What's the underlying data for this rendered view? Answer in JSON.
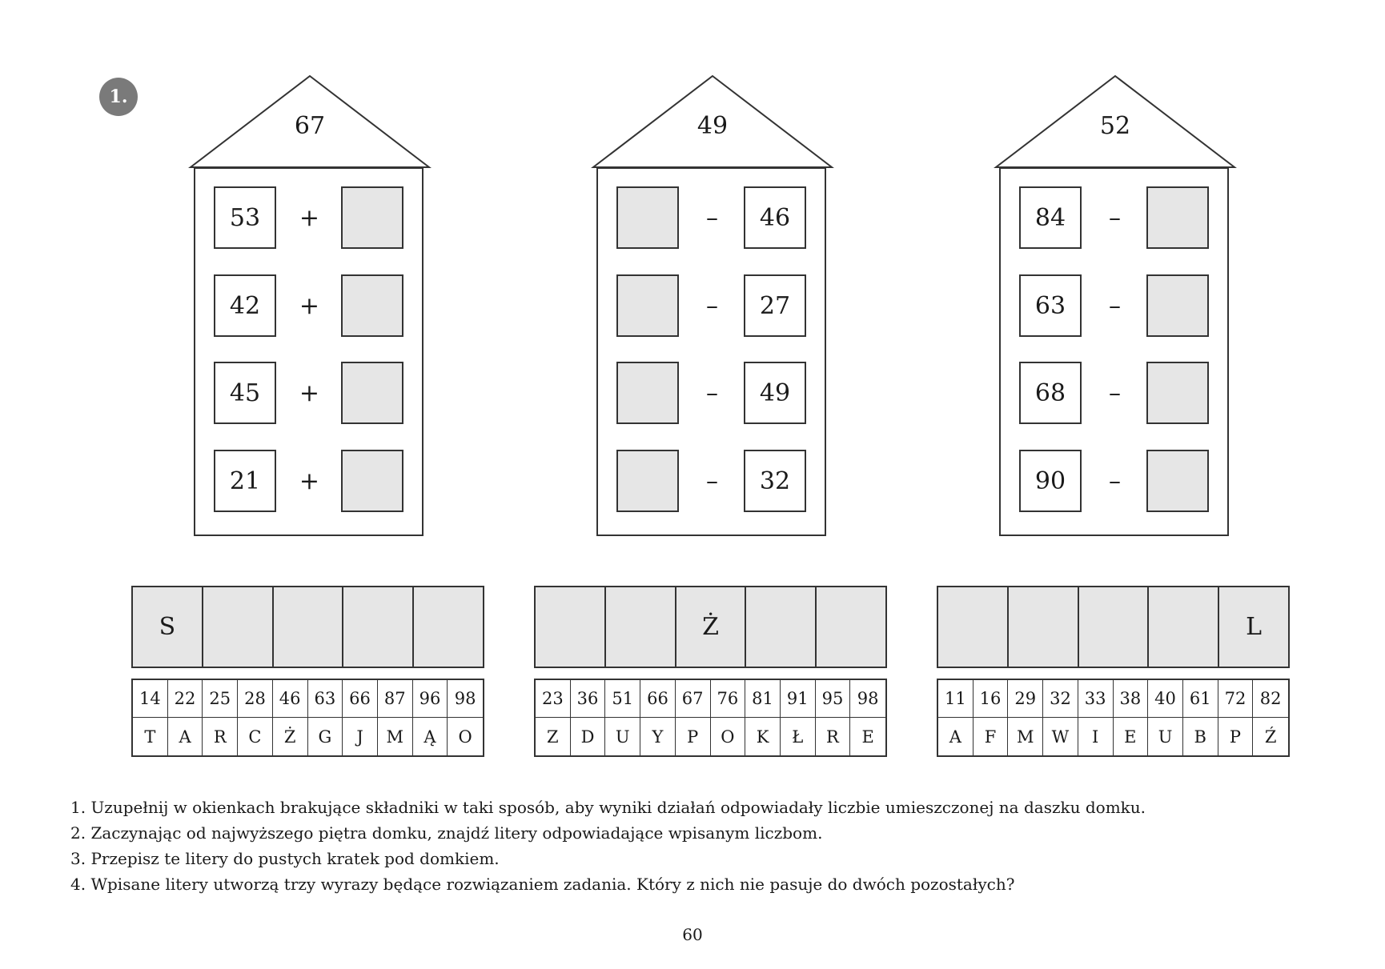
{
  "exercise_badge": "1.",
  "houses": [
    {
      "roof": "67",
      "rows": [
        {
          "left": "53",
          "op": "+",
          "right": ""
        },
        {
          "left": "42",
          "op": "+",
          "right": ""
        },
        {
          "left": "45",
          "op": "+",
          "right": ""
        },
        {
          "left": "21",
          "op": "+",
          "right": ""
        }
      ],
      "answer": [
        "S",
        "",
        "",
        "",
        ""
      ],
      "key_numbers": [
        "14",
        "22",
        "25",
        "28",
        "46",
        "63",
        "66",
        "87",
        "96",
        "98"
      ],
      "key_letters": [
        "T",
        "A",
        "R",
        "C",
        "Ż",
        "G",
        "J",
        "M",
        "Ą",
        "O"
      ]
    },
    {
      "roof": "49",
      "rows": [
        {
          "left": "",
          "op": "–",
          "right": "46"
        },
        {
          "left": "",
          "op": "–",
          "right": "27"
        },
        {
          "left": "",
          "op": "–",
          "right": "49"
        },
        {
          "left": "",
          "op": "–",
          "right": "32"
        }
      ],
      "answer": [
        "",
        "",
        "Ż",
        "",
        ""
      ],
      "key_numbers": [
        "23",
        "36",
        "51",
        "66",
        "67",
        "76",
        "81",
        "91",
        "95",
        "98"
      ],
      "key_letters": [
        "Z",
        "D",
        "U",
        "Y",
        "P",
        "O",
        "K",
        "Ł",
        "R",
        "E"
      ]
    },
    {
      "roof": "52",
      "rows": [
        {
          "left": "84",
          "op": "–",
          "right": ""
        },
        {
          "left": "63",
          "op": "–",
          "right": ""
        },
        {
          "left": "68",
          "op": "–",
          "right": ""
        },
        {
          "left": "90",
          "op": "–",
          "right": ""
        }
      ],
      "answer": [
        "",
        "",
        "",
        "",
        "L"
      ],
      "key_numbers": [
        "11",
        "16",
        "29",
        "32",
        "33",
        "38",
        "40",
        "61",
        "72",
        "82"
      ],
      "key_letters": [
        "A",
        "F",
        "M",
        "W",
        "I",
        "E",
        "U",
        "B",
        "P",
        "Ź"
      ]
    }
  ],
  "instructions": [
    "1. Uzupełnij w okienkach brakujące składniki w taki sposób, aby wyniki działań odpowiadały liczbie umieszczonej na daszku domku.",
    "2. Zaczynając od najwyższego piętra domku, znajdź litery odpowiadające wpisanym liczbom.",
    "3. Przepisz te litery do pustych kratek pod domkiem.",
    "4. Wpisane litery utworzą trzy wyrazy będące rozwiązaniem zadania. Który z nich nie pasuje do dwóch pozostałych?"
  ],
  "page_number": "60",
  "colors": {
    "badge": "#7a7a7a",
    "blank_fill": "#e6e6e6",
    "stroke": "#333333"
  }
}
